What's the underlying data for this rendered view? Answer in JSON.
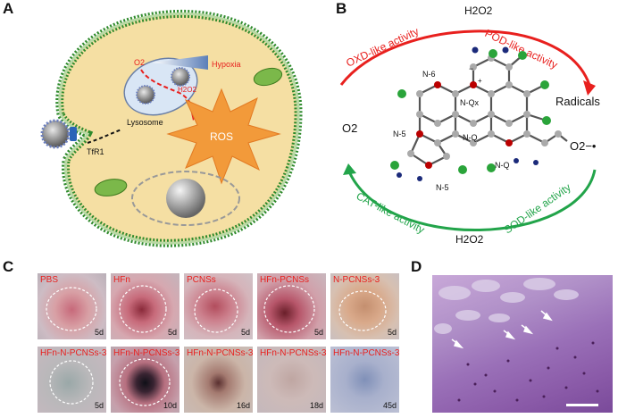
{
  "panels": {
    "a": "A",
    "b": "B",
    "c": "C",
    "d": "D"
  },
  "panel_a": {
    "hypoxia": "Hypoxia",
    "o2": "O2",
    "h2o2": "H2O2",
    "ros": "ROS",
    "lysosome": "Lysosome",
    "receptor": "TfR1"
  },
  "panel_b": {
    "h2o2_top": "H2O2",
    "h2o2_bottom": "H2O2",
    "oxd": "OXD-like activity",
    "pod": "POD-like activity",
    "cat": "CAT-like activity",
    "sod": "SOD-like activity",
    "o2": "O2",
    "superoxide": "O2−•",
    "radicals": "Radicals",
    "n6": "N-6",
    "n5a": "N-5",
    "n5b": "N-5",
    "nqx": "N-Qx",
    "nq1": "N-Q",
    "nq2": "N-Q",
    "minus": "−",
    "plus": "+"
  },
  "panel_c": {
    "tiles": [
      {
        "label": "PBS",
        "day": "5d"
      },
      {
        "label": "HFn",
        "day": "5d"
      },
      {
        "label": "PCNSs",
        "day": "5d"
      },
      {
        "label": "HFn-PCNSs",
        "day": "5d"
      },
      {
        "label": "N-PCNSs-3",
        "day": "5d"
      },
      {
        "label": "HFn-N-PCNSs-3",
        "day": "5d"
      },
      {
        "label": "HFn-N-PCNSs-3",
        "day": "10d"
      },
      {
        "label": "HFn-N-PCNSs-3",
        "day": "16d"
      },
      {
        "label": "HFn-N-PCNSs-3",
        "day": "18d"
      },
      {
        "label": "HFn-N-PCNSs-3",
        "day": "45d"
      }
    ]
  }
}
